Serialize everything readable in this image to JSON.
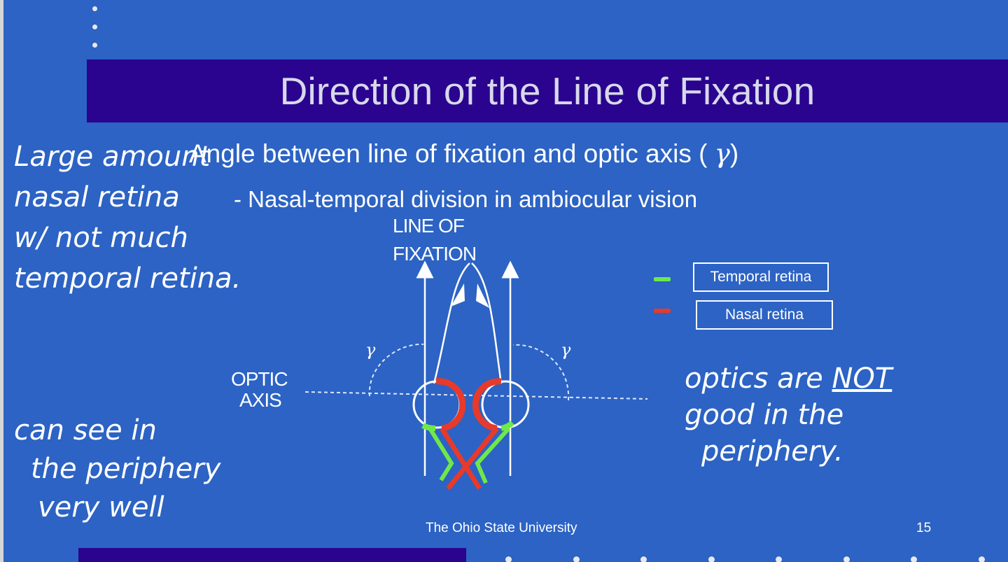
{
  "slide": {
    "title": "Direction of the Line of Fixation",
    "bullet_main_text": "Angle between line of fixation and optic axis ( ",
    "bullet_main_symbol": "γ",
    "bullet_main_close": ")",
    "bullet_sub": "- Nasal-temporal division in ambiocular vision",
    "footer": "The Ohio State University",
    "page_number": "15"
  },
  "diagram": {
    "line_of_fixation_label_1": "LINE OF",
    "line_of_fixation_label_2": "FIXATION",
    "optic_axis_label_1": "OPTIC",
    "optic_axis_label_2": "AXIS",
    "gamma_left": "γ",
    "gamma_right": "γ"
  },
  "legend": {
    "items": [
      {
        "label": "Temporal retina",
        "color": "#6fe84a"
      },
      {
        "label": "Nasal retina",
        "color": "#e83a2a"
      }
    ]
  },
  "annotations": {
    "left_top": [
      "Large amount",
      "nasal retina",
      "w/ not much",
      "temporal retina."
    ],
    "left_bottom": [
      "can see in",
      "the periphery",
      "very well"
    ],
    "right_line1_pre": "optics are ",
    "right_line1_emph": "NOT",
    "right_line2": "good in the",
    "right_line3": "periphery."
  },
  "colors": {
    "background": "#2c63c4",
    "title_bar": "#2a048e",
    "temporal_retina": "#6fe84a",
    "nasal_retina": "#e83a2a"
  }
}
